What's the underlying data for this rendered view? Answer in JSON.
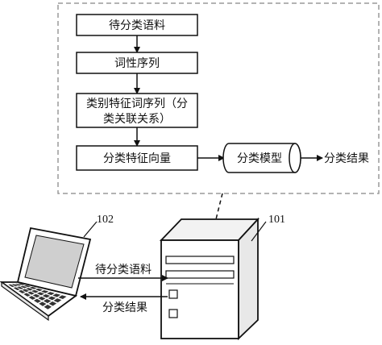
{
  "flow": {
    "box1": "待分类语料",
    "box2": "词性序列",
    "box3_line1": "类别特征词序列（分",
    "box3_line2": "类关联关系）",
    "box4": "分类特征向量",
    "model": "分类模型",
    "output": "分类结果"
  },
  "devices": {
    "terminal_ref": "102",
    "server_ref": "101",
    "send_label": "待分类语料",
    "return_label": "分类结果"
  }
}
